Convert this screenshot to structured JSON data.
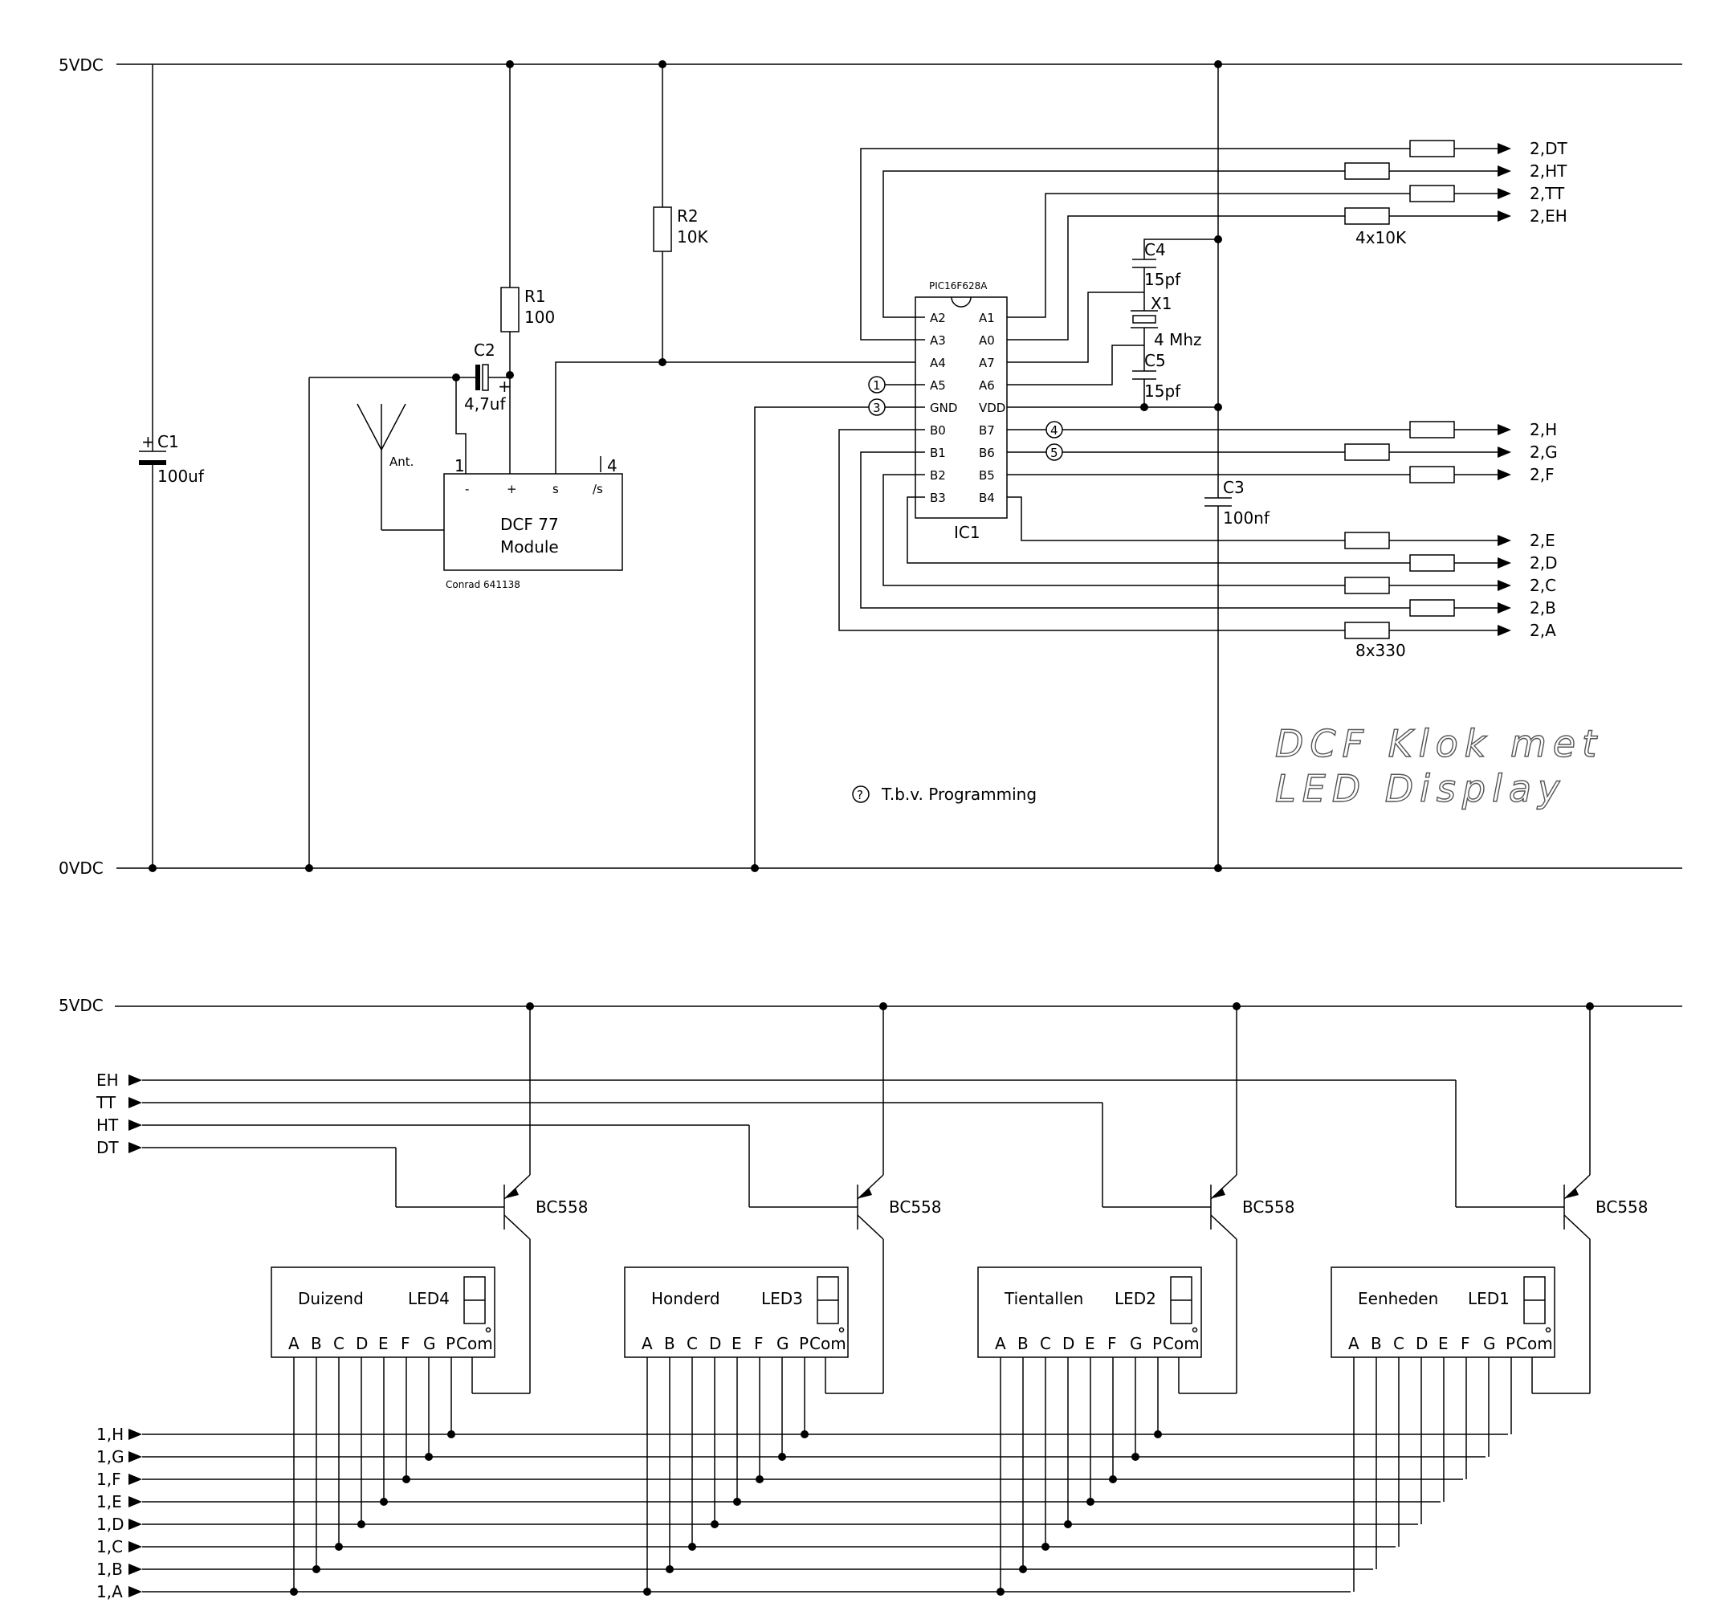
{
  "rails": {
    "top_5v": "5VDC",
    "top_0v": "0VDC",
    "bottom_5v": "5VDC"
  },
  "components": {
    "c1": {
      "ref": "C1",
      "value": "100uf",
      "plus": "+"
    },
    "c2": {
      "ref": "C2",
      "value": "4,7uf",
      "plus": "+"
    },
    "r1": {
      "ref": "R1",
      "value": "100"
    },
    "r2": {
      "ref": "R2",
      "value": "10K"
    },
    "c3": {
      "ref": "C3",
      "value": "100nf"
    },
    "c4": {
      "ref": "C4",
      "value": "15pf"
    },
    "c5": {
      "ref": "C5",
      "value": "15pf"
    },
    "x1": {
      "ref": "X1",
      "value": "4 Mhz"
    },
    "antenna": "Ant.",
    "dcf": {
      "line1": "DCF 77",
      "line2": "Module",
      "pin_minus": "-",
      "pin_plus": "+",
      "pin_s": "s",
      "pin_ns": "/s",
      "pin1": "1",
      "pin4": "4",
      "note": "Conrad 641138"
    },
    "ic1": {
      "part": "PIC16F628A",
      "ref": "IC1",
      "left_pins": [
        "A2",
        "A3",
        "A4",
        "A5",
        "GND",
        "B0",
        "B1",
        "B2",
        "B3"
      ],
      "right_pins": [
        "A1",
        "A0",
        "A7",
        "A6",
        "VDD",
        "B7",
        "B6",
        "B5",
        "B4"
      ]
    }
  },
  "outputs_top": [
    "2,DT",
    "2,HT",
    "2,TT",
    "2,EH"
  ],
  "outputs_seg": [
    "2,H",
    "2,G",
    "2,F",
    "2,E",
    "2,D",
    "2,C",
    "2,B",
    "2,A"
  ],
  "resistor_notes": {
    "top": "4x10K",
    "bottom": "8x330"
  },
  "markers": [
    "1",
    "3",
    "4",
    "5",
    "?"
  ],
  "programming_note": "T.b.v. Programming",
  "title": {
    "line1": "DCF Klok met",
    "line2": "LED Display"
  },
  "digit_inputs": [
    "EH",
    "TT",
    "HT",
    "DT"
  ],
  "seg_inputs": [
    "1,H",
    "1,G",
    "1,F",
    "1,E",
    "1,D",
    "1,C",
    "1,B",
    "1,A"
  ],
  "transistor": "BC558",
  "displays": [
    {
      "name": "Duizend",
      "ref": "LED4"
    },
    {
      "name": "Honderd",
      "ref": "LED3"
    },
    {
      "name": "Tientallen",
      "ref": "LED2"
    },
    {
      "name": "Eenheden",
      "ref": "LED1"
    }
  ],
  "display_pins": [
    "A",
    "B",
    "C",
    "D",
    "E",
    "F",
    "G",
    "P",
    "Com"
  ]
}
